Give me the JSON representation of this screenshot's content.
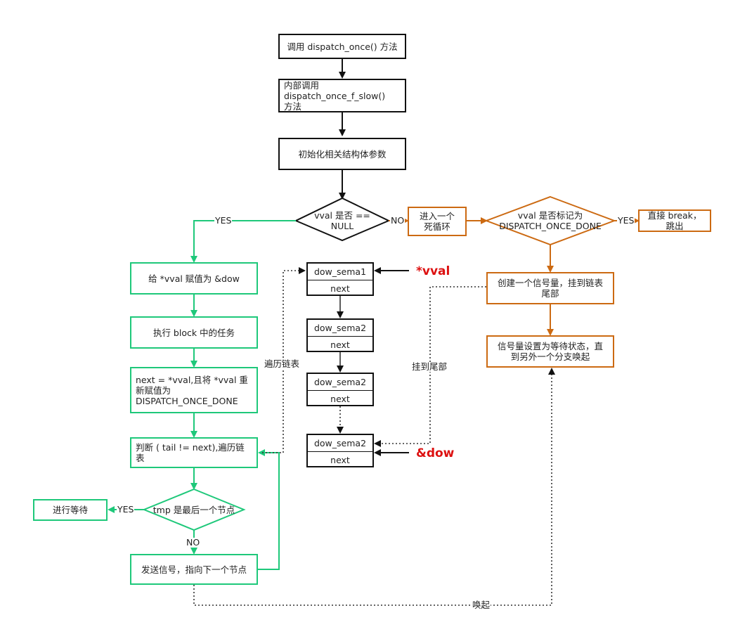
{
  "colors": {
    "black": "#111111",
    "green": "#1ec87a",
    "orange": "#cc6a12",
    "red": "#dd1111"
  },
  "boxes": {
    "call_once": "调用 dispatch_once() 方法",
    "call_slow": "内部调用\ndispatch_once_f_slow()\n方法",
    "init_params": "初始化相关结构体参数",
    "dead_loop": "进入一个\n死循环",
    "direct_break": "直接 break，\n跳出",
    "create_sema": "创建一个信号量，挂到链表\n尾部",
    "sema_wait": "信号量设置为等待状态，直\n到另外一个分支唤起",
    "assign_dow": "给 *vval 赋值为 &dow",
    "exec_block": "执行 block 中的任务",
    "next_assign": "next = *vval,且将 *vval 重\n新赋值为\nDISPATCH_ONCE_DONE",
    "judge_tail": "判断 ( tail != next),遍历链\n表",
    "send_signal": "发送信号，指向下一个节点",
    "wait": "进行等待"
  },
  "diamonds": {
    "vval_null": "vval 是否 ==\nNULL",
    "vval_done": "vval 是否标记为\nDISPATCH_ONCE_DONE",
    "tmp_last": "tmp 是最后一个节点"
  },
  "nodes": [
    {
      "name": "dow_sema1",
      "next": "next"
    },
    {
      "name": "dow_sema2",
      "next": "next"
    },
    {
      "name": "dow_sema2",
      "next": "next"
    },
    {
      "name": "dow_sema2",
      "next": "next"
    }
  ],
  "labels": {
    "yes_left": "YES",
    "no_right": "NO",
    "yes_right": "YES",
    "yes_wait": "YES",
    "no_down": "NO",
    "traverse": "遍历链表",
    "attach_tail": "挂到尾部",
    "wake": "唤起",
    "vval_ptr": "*vval",
    "dow_ptr": "&dow"
  }
}
